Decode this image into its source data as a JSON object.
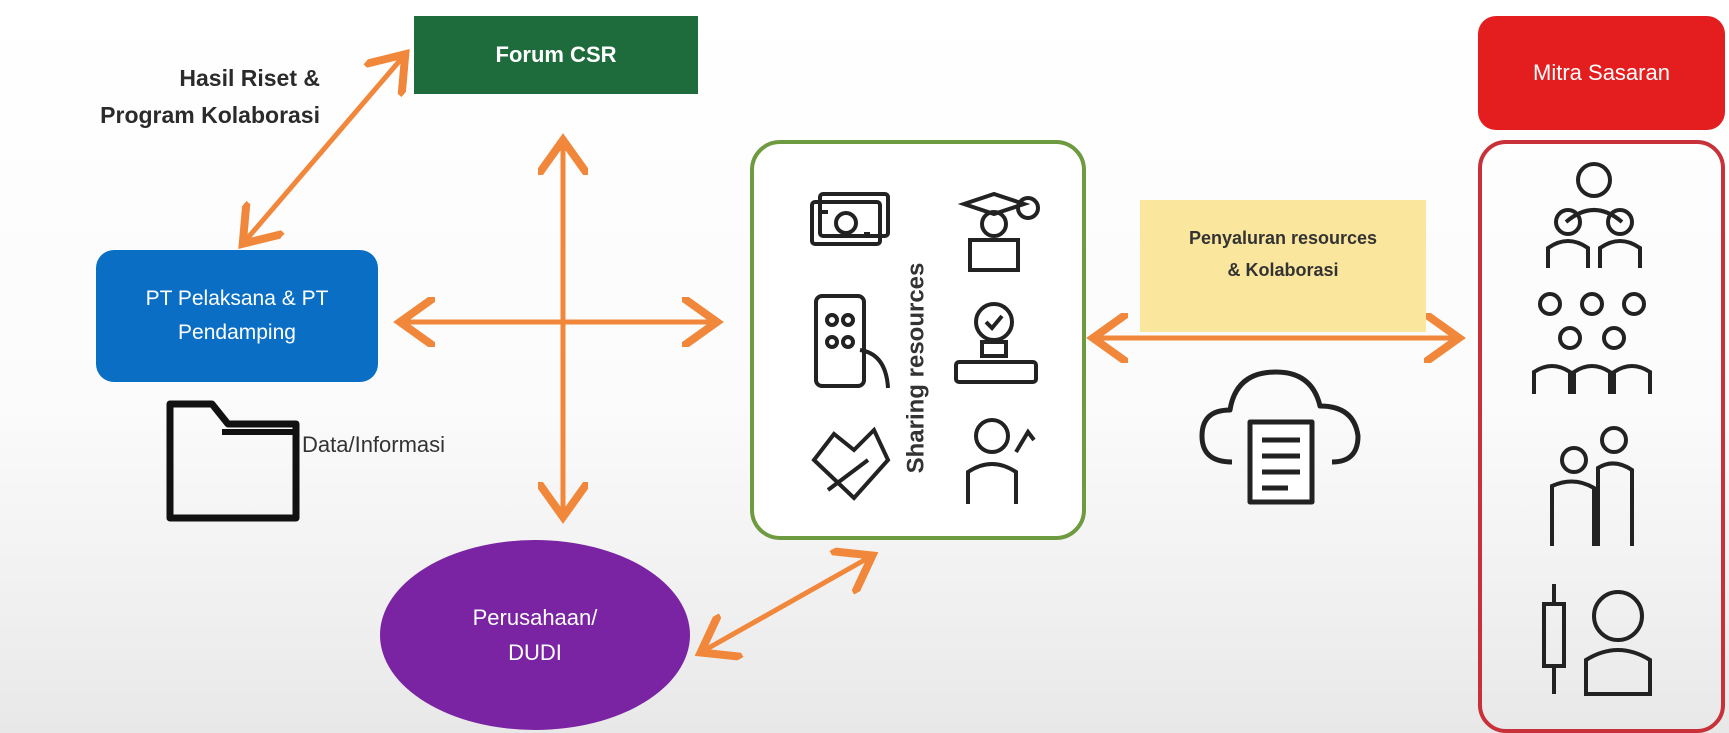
{
  "nodes": {
    "forum": "Forum CSR",
    "mitra_title": "Mitra Sasaran",
    "pt_line1": "PT Pelaksana & PT",
    "pt_line2": "Pendamping",
    "perusahaan_line1": "Perusahaan/",
    "perusahaan_line2": "DUDI"
  },
  "labels": {
    "hasil_line1": "Hasil Riset &",
    "hasil_line2": "Program Kolaborasi",
    "data_info": "Data/Informasi",
    "sharing": "Sharing resources",
    "penyaluran_line1": "Penyaluran resources",
    "penyaluran_line2": "& Kolaborasi"
  },
  "colors": {
    "forum": "#1e6b3c",
    "mitra": "#e41e1e",
    "pt": "#0a6fc4",
    "perusahaan": "#7a23a3",
    "arrow": "#f0873a",
    "sharing_border": "#6e9a40",
    "penyaluran_bg": "#fbe69d"
  },
  "icons": {
    "sharing": [
      "money-icon",
      "graduate-icon",
      "mobile-payment-icon",
      "idea-icon",
      "handshake-icon",
      "doctor-icon"
    ],
    "mitra": [
      "family-icon",
      "community-icon",
      "elderly-care-icon",
      "baby-vaccine-icon"
    ],
    "other": [
      "folder-icon",
      "cloud-document-icon"
    ]
  }
}
